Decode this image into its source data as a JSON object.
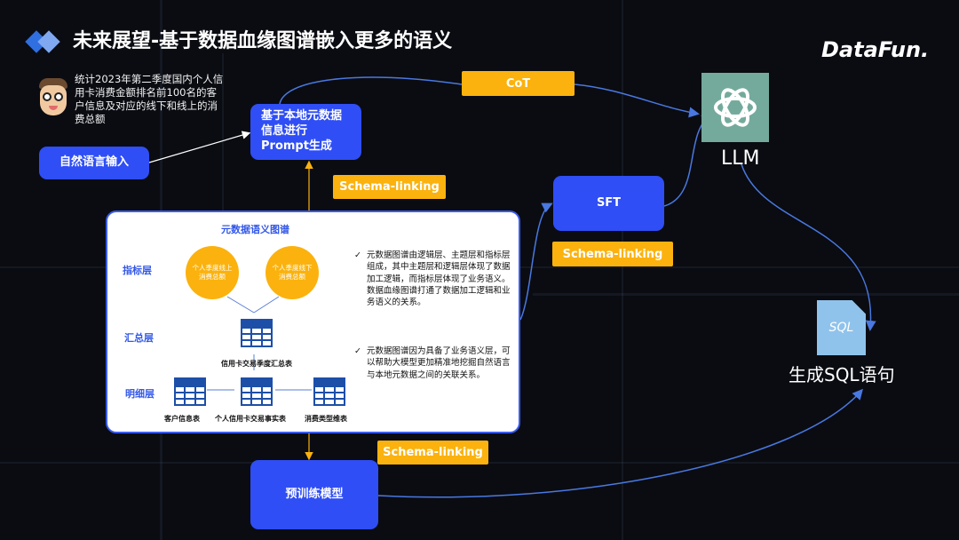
{
  "title": "未来展望-基于数据血缘图谱嵌入更多的语义",
  "logo": "DataFun.",
  "question": "统计2023年第二季度国内个人信用卡消费金额排名前100名的客户信息及对应的线下和线上的消费总额",
  "nodes": {
    "nl_input": "自然语言输入",
    "prompt_gen": "基于本地元数据信息进行Prompt生成",
    "cot": "CoT",
    "schema_linking_1": "Schema-linking",
    "sft": "SFT",
    "schema_linking_2": "Schema-linking",
    "llm": "LLM",
    "sql_icon": "SQL",
    "sql_output": "生成SQL语句",
    "schema_linking_3": "Schema-linking",
    "pretrain": "预训练模型"
  },
  "panel": {
    "title": "元数据语义图谱",
    "layers": [
      "指标层",
      "汇总层",
      "明细层"
    ],
    "metrics": [
      "个人季度线上消费总额",
      "个人季度线下消费总额"
    ],
    "summary_table": "信用卡交易季度汇总表",
    "detail_tables": [
      "客户信息表",
      "个人信用卡交易事实表",
      "消费类型维表"
    ],
    "bullets": [
      "元数据图谱由逻辑层、主题层和指标层组成，其中主题层和逻辑层体现了数据加工逻辑，而指标层体现了业务语义。数据血缘图谱打通了数据加工逻辑和业务语义的关系。",
      "元数据图谱因为具备了业务语义层，可以帮助大模型更加精准地挖掘自然语言与本地元数据之间的关联关系。"
    ],
    "check": "✓"
  },
  "colors": {
    "blue": "#2f4ef5",
    "orange": "#fbb20e",
    "llm_green": "#74aa9c"
  }
}
